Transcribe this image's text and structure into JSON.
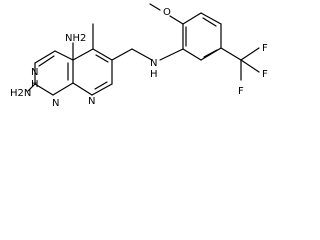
{
  "molecule": {
    "labels": {
      "amine_top": "NH2",
      "methyl": "",
      "ring_n_upper": "N",
      "ring_n_lower": "N",
      "amine_left": "H2N",
      "ring_h": "H",
      "pyridine_n": "N",
      "linker_n": "N",
      "linker_h": "H",
      "methoxy_o": "O",
      "methoxy_c": "",
      "cf3_f1": "F",
      "cf3_f2": "F",
      "cf3_f3": "F"
    },
    "colors": {
      "line": "#000000",
      "background": "#ffffff"
    }
  }
}
